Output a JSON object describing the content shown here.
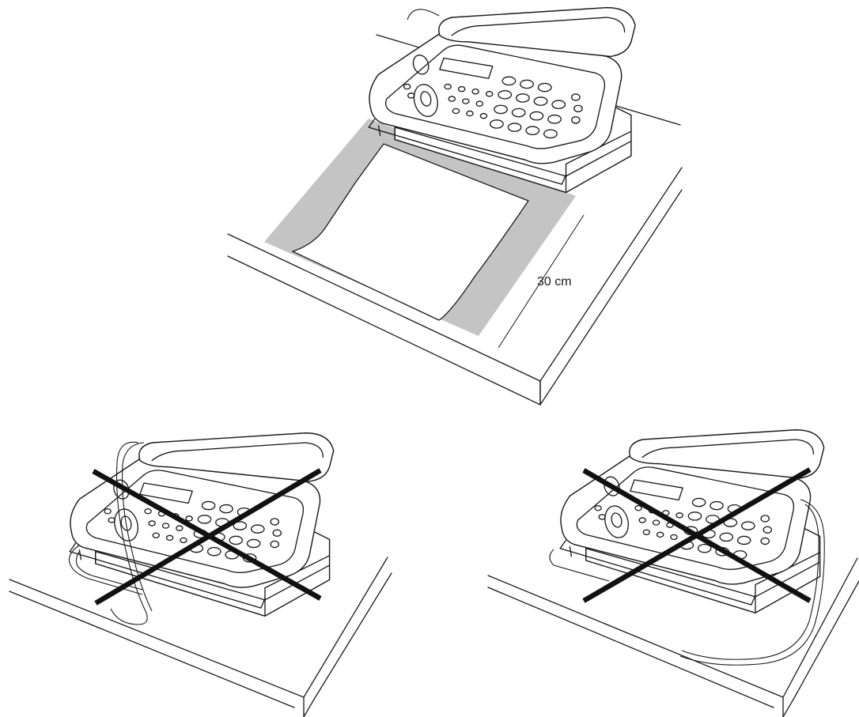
{
  "figure": {
    "clearance_label": "30 cm",
    "colors": {
      "ink": "#1a1a1a",
      "clearance_zone": "#c4c4c4",
      "background": "#ffffff",
      "cross": "#111111"
    },
    "panels": [
      {
        "id": "correct-placement",
        "state": "allowed"
      },
      {
        "id": "wrong-placement-cord-left",
        "state": "not-allowed",
        "mark": "cross-icon"
      },
      {
        "id": "wrong-placement-cord-right",
        "state": "not-allowed",
        "mark": "cross-icon"
      }
    ]
  }
}
